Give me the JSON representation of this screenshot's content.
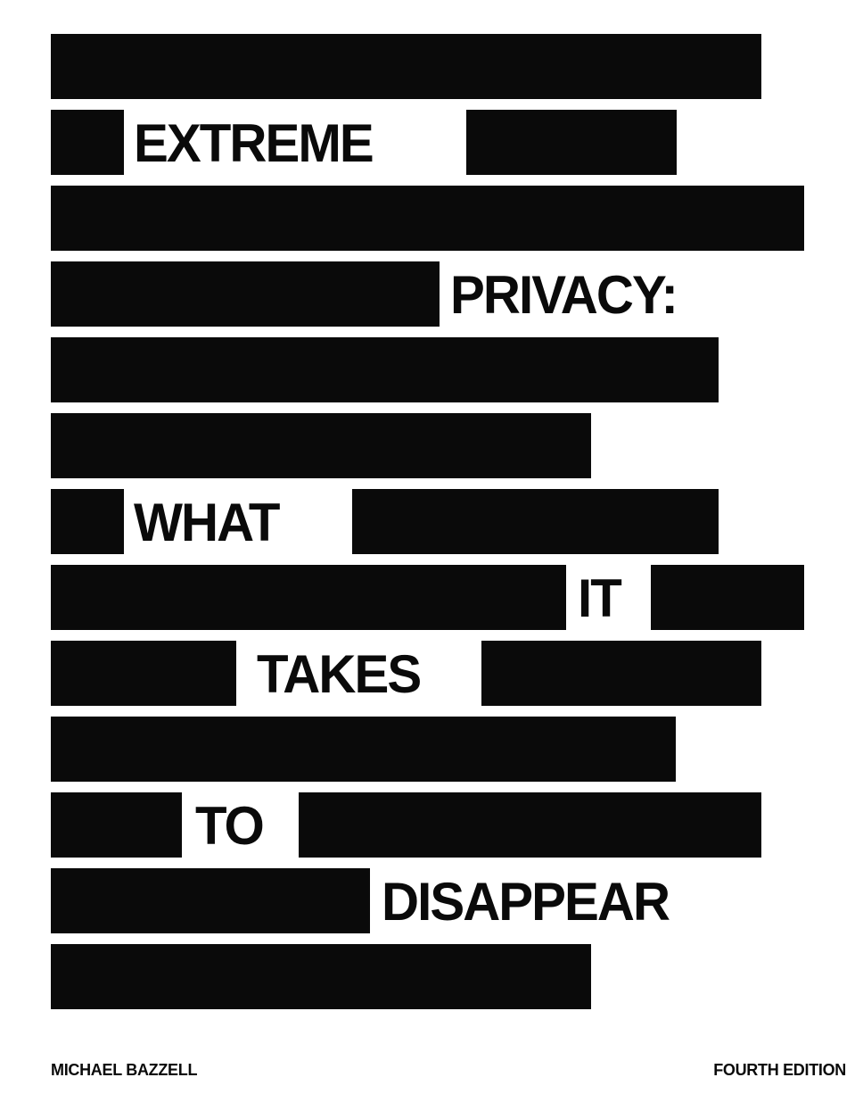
{
  "cover": {
    "background_color": "#ffffff",
    "ink_color": "#0a0a0a",
    "title_words": [
      "EXTREME",
      "PRIVACY:",
      "WHAT",
      "IT",
      "TAKES",
      "TO",
      "DISAPPEAR"
    ],
    "author": "MICHAEL BAZZELL",
    "edition": "FOURTH EDITION"
  }
}
